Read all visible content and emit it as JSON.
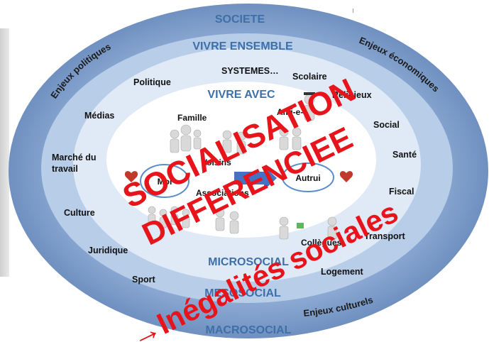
{
  "rings": {
    "outer_top": "SOCIETE",
    "outer_bottom": "MACROSOCIAL",
    "middle_top": "VIVRE ENSEMBLE",
    "middle_bottom": "MESOSOCIAL",
    "inner_top": "VIVRE AVEC",
    "inner_bottom": "MICROSOCIAL"
  },
  "enjeux": {
    "politiques": "Enjeux politiques",
    "economiques": "Enjeux économiques",
    "culturels": "Enjeux culturels"
  },
  "middle_words": {
    "systemes": "SYSTEMES…",
    "politique": "Politique",
    "scolaire": "Scolaire",
    "religieux": "Religieux",
    "medias": "Médias",
    "social": "Social",
    "marche": "Marché du",
    "travail": "travail",
    "sante": "Santé",
    "fiscal": "Fiscal",
    "culture": "Culture",
    "transport": "Transport",
    "juridique": "Juridique",
    "logement": "Logement",
    "sport": "Sport"
  },
  "inner_words": {
    "famille": "Famille",
    "amis": "Ami-e-s",
    "voisins": "Voisins",
    "associations": "Associations",
    "collegues": "Collègues",
    "moi": "Moi",
    "autrui": "Autrui"
  },
  "overlay": {
    "line1": "SOCIALISATION",
    "line2": "DIFFERENCIEE",
    "arrow": "→",
    "line3": "Inégalités sociales"
  },
  "colors": {
    "outer_ring": "#7f9ecb",
    "middle_ring": "#b7cde8",
    "inner_ring": "#dfeaf6",
    "core": "#ffffff",
    "ring_text": "#3e6fa8",
    "stamp": "#e8141b",
    "arrow": "#4472c4"
  }
}
